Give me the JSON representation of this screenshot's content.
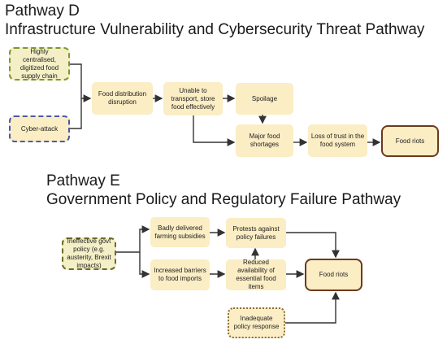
{
  "pathway_d": {
    "title": "Pathway D",
    "subtitle": "Infrastructure Vulnerability and Cybersecurity Threat Pathway",
    "nodes": {
      "centralised": "Highly centralised, digitized food supply chain",
      "cyber_attack": "Cyber-attack",
      "distribution": "Food distribution disruption",
      "unable": "Unable to transport, store food effectively",
      "spoilage": "Spoilage",
      "shortages": "Major food shortages",
      "trust": "Loss of trust in the food system",
      "riots": "Food riots"
    }
  },
  "pathway_e": {
    "title": "Pathway E",
    "subtitle": "Government Policy and Regulatory Failure Pathway",
    "nodes": {
      "policy": "Ineffective govt policy (e.g. austerity, Brexit impacts)",
      "subsidies": "Badly delivered farming subsidies",
      "barriers": "Increased barriers to food imports",
      "protests": "Protests against policy failures",
      "reduced": "Reduced availability of essential food items",
      "riots": "Food riots",
      "inadequate": "Inadequate policy response"
    }
  },
  "colors": {
    "box_fill": "#fbedc4",
    "outcome_border": "#6b3a1e",
    "green_dash": "#7a9a2a",
    "blue_dash": "#4a5aa8",
    "arrow": "#333333"
  }
}
